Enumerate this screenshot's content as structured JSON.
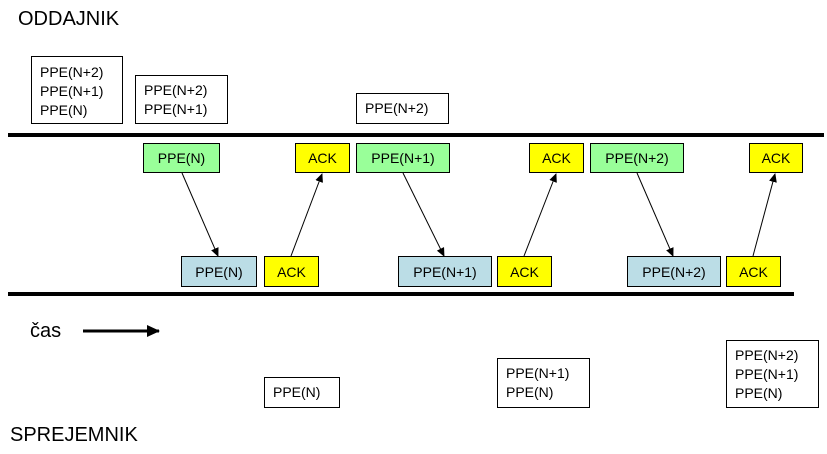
{
  "title_sender": "ODDAJNIK",
  "title_receiver": "SPREJEMNIK",
  "time_label": "čas",
  "sender_buffers": [
    {
      "lines": [
        "PPE(N+2)",
        "PPE(N+1)",
        "PPE(N)"
      ]
    },
    {
      "lines": [
        "PPE(N+2)",
        "PPE(N+1)"
      ]
    },
    {
      "lines": [
        "PPE(N+2)"
      ]
    }
  ],
  "sender_frames": [
    "PPE(N)",
    "ACK",
    "PPE(N+1)",
    "ACK",
    "PPE(N+2)",
    "ACK"
  ],
  "receiver_frames": [
    "PPE(N)",
    "ACK",
    "PPE(N+1)",
    "ACK",
    "PPE(N+2)",
    "ACK"
  ],
  "receiver_buffers": [
    {
      "lines": [
        "PPE(N)"
      ]
    },
    {
      "lines": [
        "PPE(N+1)",
        "PPE(N)"
      ]
    },
    {
      "lines": [
        "PPE(N+2)",
        "PPE(N+1)",
        "PPE(N)"
      ]
    }
  ],
  "colors": {
    "frame": "#99ff99",
    "ack": "#ffff00",
    "received": "#bbdde6",
    "line": "#000000"
  }
}
